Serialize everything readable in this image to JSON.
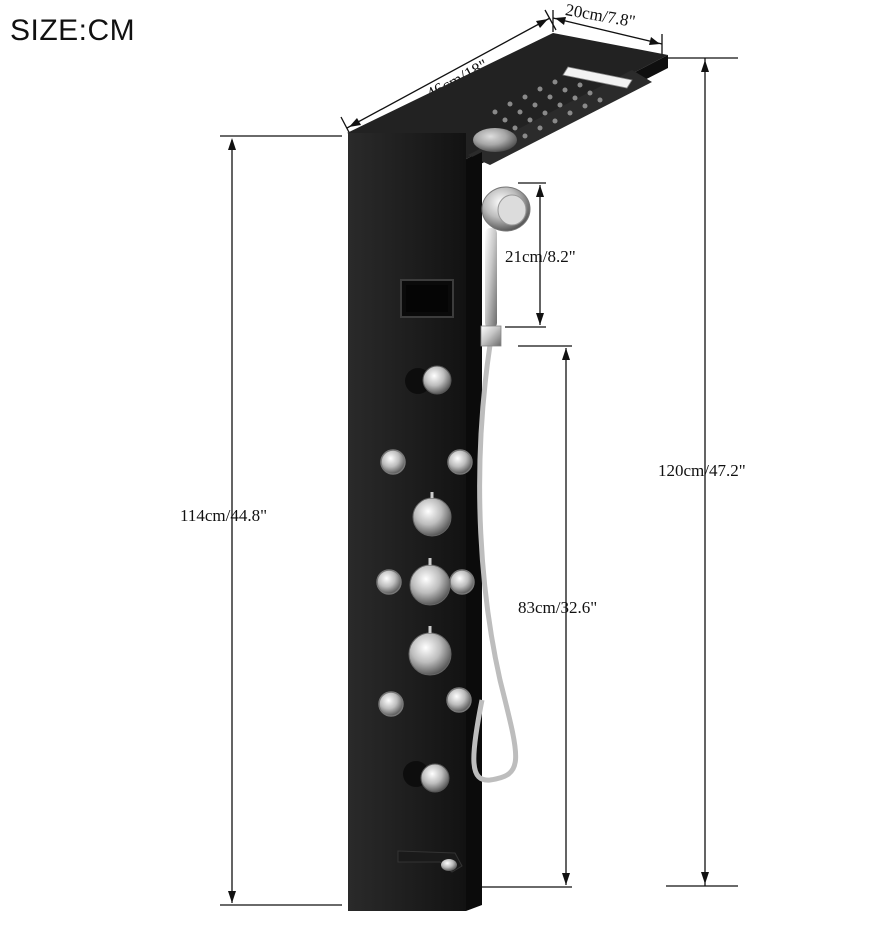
{
  "title": "SIZE:CM",
  "dimensions": {
    "width": "46cm/18\"",
    "depth": "20cm/7.8\"",
    "handheld_height": "21cm/8.2\"",
    "total_height": "120cm/47.2\"",
    "panel_height": "114cm/44.8\"",
    "hose_height": "83cm/32.6\""
  },
  "colors": {
    "panel": "#1d1d1d",
    "chrome": "#c9c9c9",
    "line": "#111111"
  }
}
